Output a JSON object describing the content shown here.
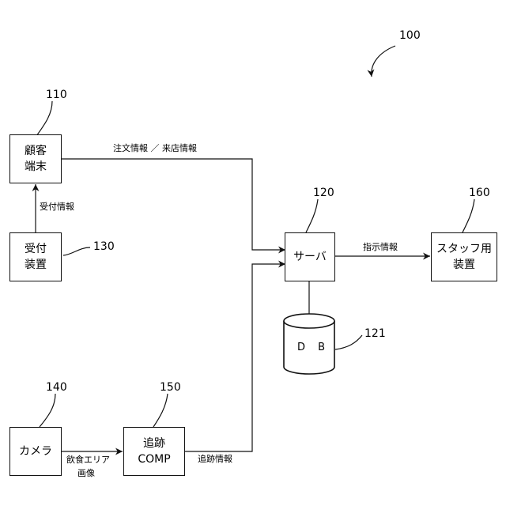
{
  "figure_number": "100",
  "nodes": {
    "customer_terminal": {
      "ref": "110",
      "line1": "顧客",
      "line2": "端末"
    },
    "reception_device": {
      "ref": "130",
      "line1": "受付",
      "line2": "装置"
    },
    "camera": {
      "ref": "140",
      "label": "カメラ"
    },
    "tracking_comp": {
      "ref": "150",
      "line1": "追跡",
      "line2": "COMP"
    },
    "server": {
      "ref": "120",
      "label": "サーバ"
    },
    "database": {
      "ref": "121",
      "label": "D B"
    },
    "staff_device": {
      "ref": "160",
      "line1": "スタッフ用",
      "line2": "装置"
    }
  },
  "edges": {
    "reception_info": "受付情報",
    "order_visit_info": "注文情報 ／ 来店情報",
    "instruction_info": "指示情報",
    "eating_area_image_1": "飲食エリア",
    "eating_area_image_2": "画像",
    "tracking_info": "追跡情報"
  }
}
